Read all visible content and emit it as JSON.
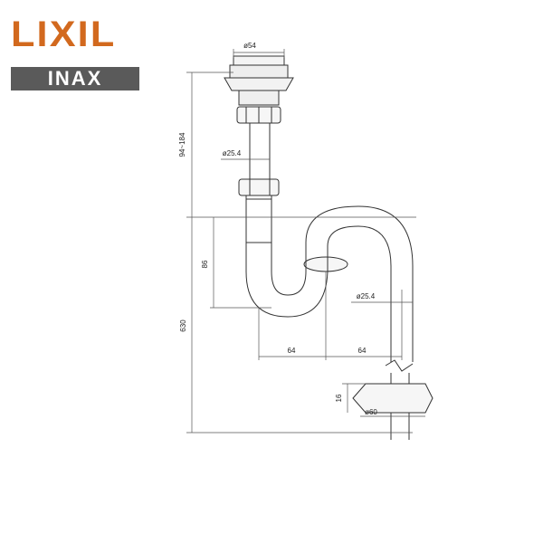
{
  "brand": {
    "name": "LIXIL",
    "sub": "INAX",
    "colors": {
      "lixil": "#d2691e",
      "inax_bg": "#5a5a5a"
    }
  },
  "dimensions": {
    "top_dia": "ø54",
    "height_range": "94~184",
    "pipe_dia_upper": "ø25.4",
    "trap_depth": "86",
    "total_height": "630",
    "offset_left": "64",
    "offset_right": "64",
    "pipe_dia_lower": "ø25.4",
    "flange_height": "16",
    "flange_dia": "ø60"
  }
}
